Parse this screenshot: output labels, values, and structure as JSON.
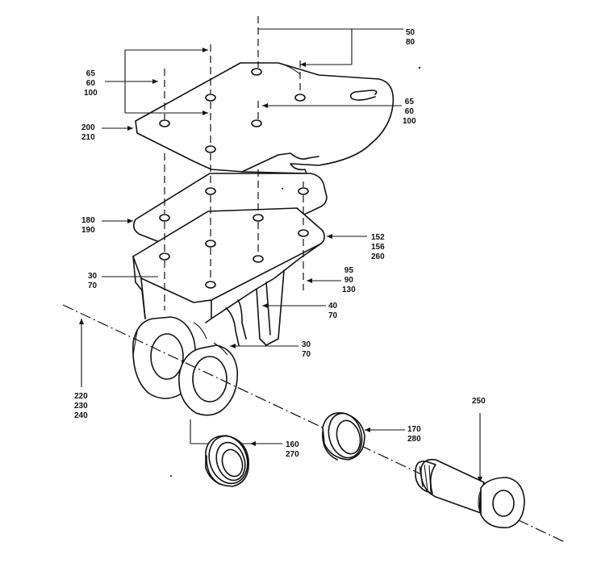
{
  "callouts": [
    {
      "id": "c-50-80",
      "lines": [
        "50",
        "80"
      ]
    },
    {
      "id": "c-65-60-100-left",
      "lines": [
        "65",
        "60",
        "100"
      ]
    },
    {
      "id": "c-65-60-100-right",
      "lines": [
        "65",
        "60",
        "100"
      ]
    },
    {
      "id": "c-200-210",
      "lines": [
        "200",
        "210"
      ]
    },
    {
      "id": "c-180-190",
      "lines": [
        "180",
        "190"
      ]
    },
    {
      "id": "c-152-156-260",
      "lines": [
        "152",
        "156",
        "260"
      ]
    },
    {
      "id": "c-95-90-130",
      "lines": [
        "95",
        "90",
        "130"
      ]
    },
    {
      "id": "c-30-70-top",
      "lines": [
        "30",
        "70"
      ]
    },
    {
      "id": "c-40-70",
      "lines": [
        "40",
        "70"
      ]
    },
    {
      "id": "c-30-70-lower",
      "lines": [
        "30",
        "70"
      ]
    },
    {
      "id": "c-220-230-240",
      "lines": [
        "220",
        "230",
        "240"
      ]
    },
    {
      "id": "c-160-270",
      "lines": [
        "160",
        "270"
      ]
    },
    {
      "id": "c-170-280",
      "lines": [
        "170",
        "280"
      ]
    },
    {
      "id": "c-250",
      "lines": [
        "250"
      ]
    }
  ]
}
